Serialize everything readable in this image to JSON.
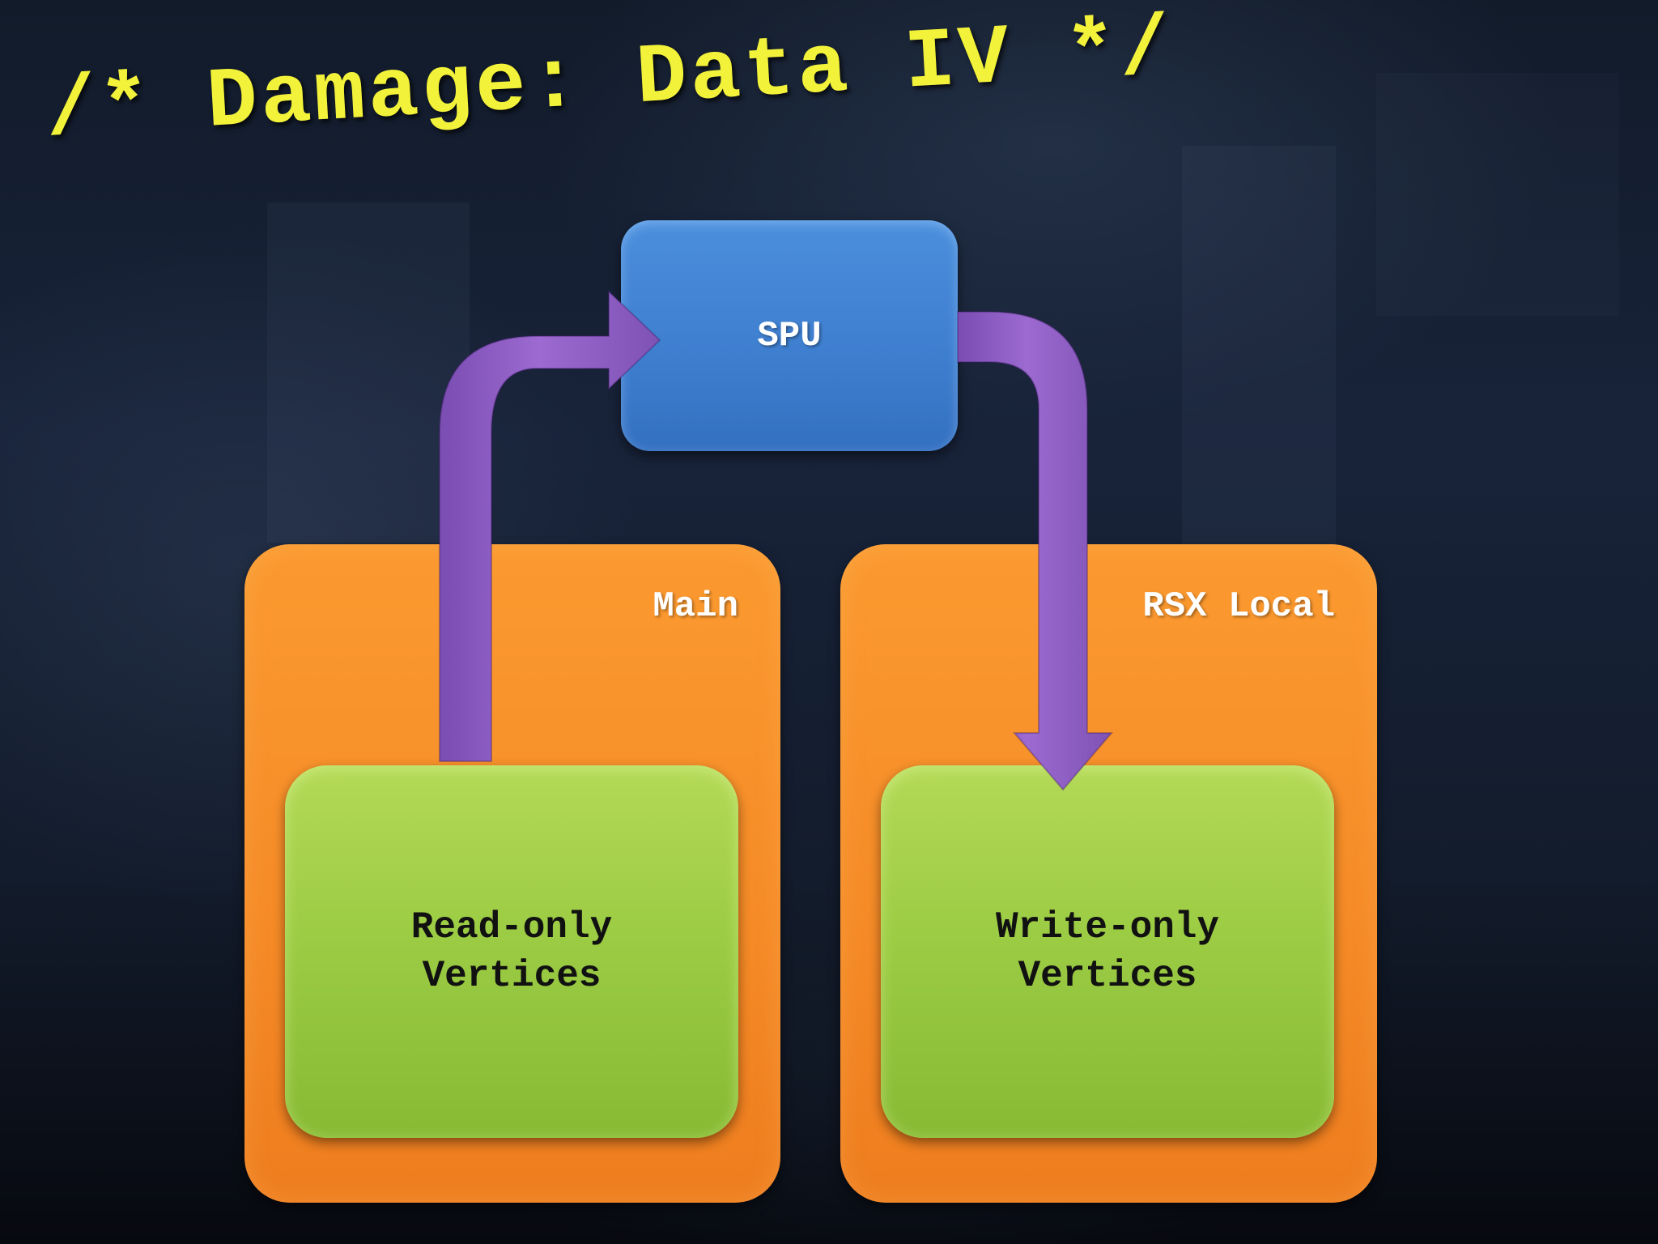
{
  "slide": {
    "title": "/* Damage: Data IV */"
  },
  "diagram": {
    "spu": {
      "label": "SPU"
    },
    "main": {
      "label": "Main",
      "inner_line1": "Read-only",
      "inner_line2": "Vertices"
    },
    "rsx_local": {
      "label": "RSX Local",
      "inner_line1": "Write-only",
      "inner_line2": "Vertices"
    }
  },
  "colors": {
    "title": "#f2f23a",
    "orange": "#f58a26",
    "green": "#9ccc44",
    "blue": "#3f7fd0",
    "arrow": "#8a5bbf"
  }
}
